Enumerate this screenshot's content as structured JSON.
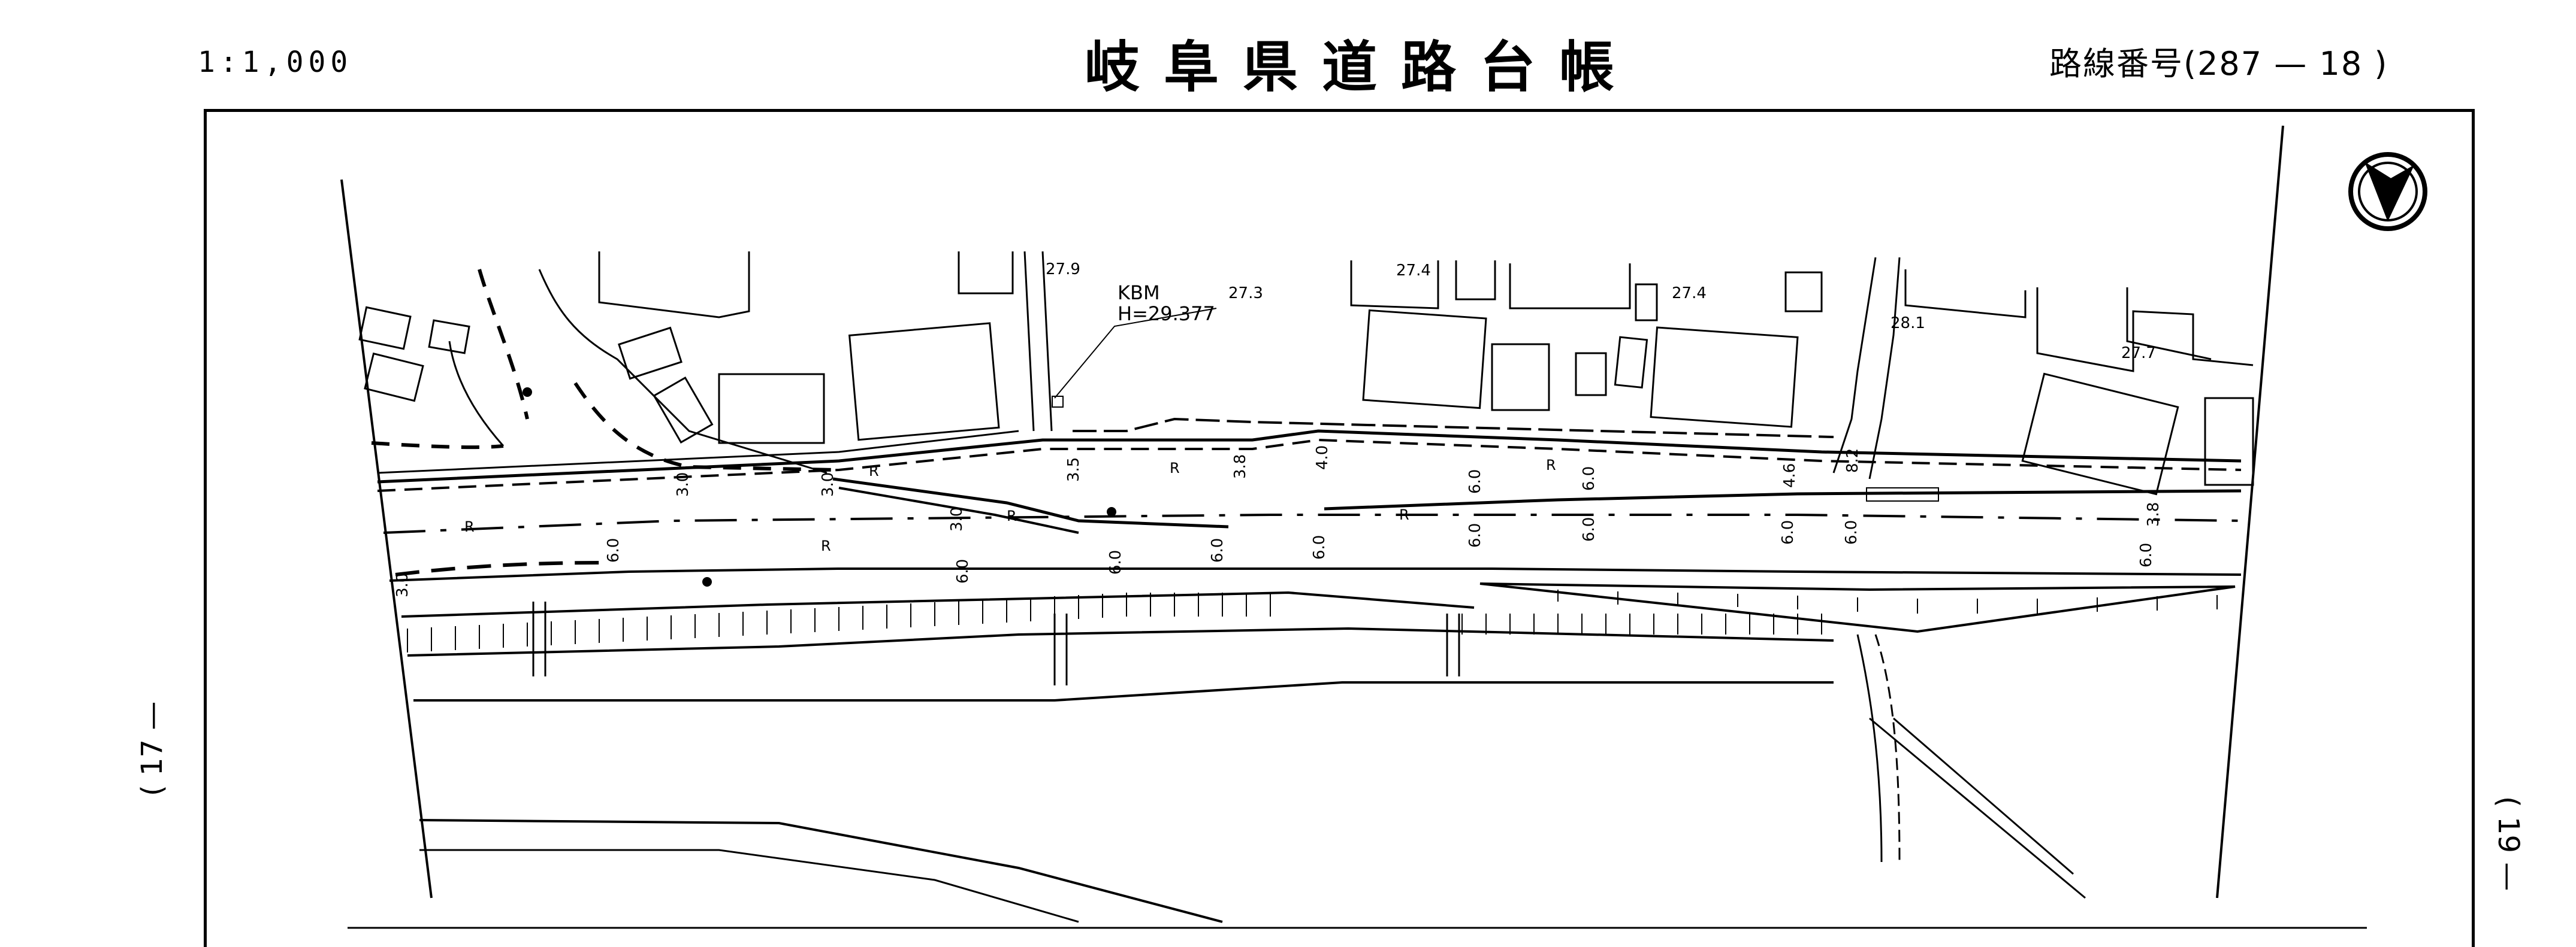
{
  "header": {
    "scale": "1:1,000",
    "title": "岐阜県道路台帳",
    "route_label": "路線番号",
    "route_number": "(287 — 18 )"
  },
  "margins": {
    "left_sheet": "( 17 —",
    "right_sheet": "( 19 —"
  },
  "map": {
    "benchmark": {
      "name": "KBM",
      "height": "H=29.377"
    },
    "elevations": [
      "27.9",
      "27.3",
      "27.4",
      "27.4",
      "28.1",
      "27.7"
    ],
    "widths": [
      "3.0",
      "3.0",
      "3.0",
      "3.5",
      "3.8",
      "4.0",
      "6.0",
      "6.0",
      "4.6",
      "8.2",
      "3.8",
      "6.0",
      "6.0",
      "6.0",
      "6.0",
      "6.0",
      "6.0",
      "6.0",
      "6.0",
      "6.0",
      "6.0",
      "3.0"
    ],
    "curb_marks": [
      "R",
      "R",
      "R",
      "R",
      "R",
      "R",
      "R"
    ],
    "north_arrow": "north-arrow-icon",
    "line_color": "#000000"
  }
}
